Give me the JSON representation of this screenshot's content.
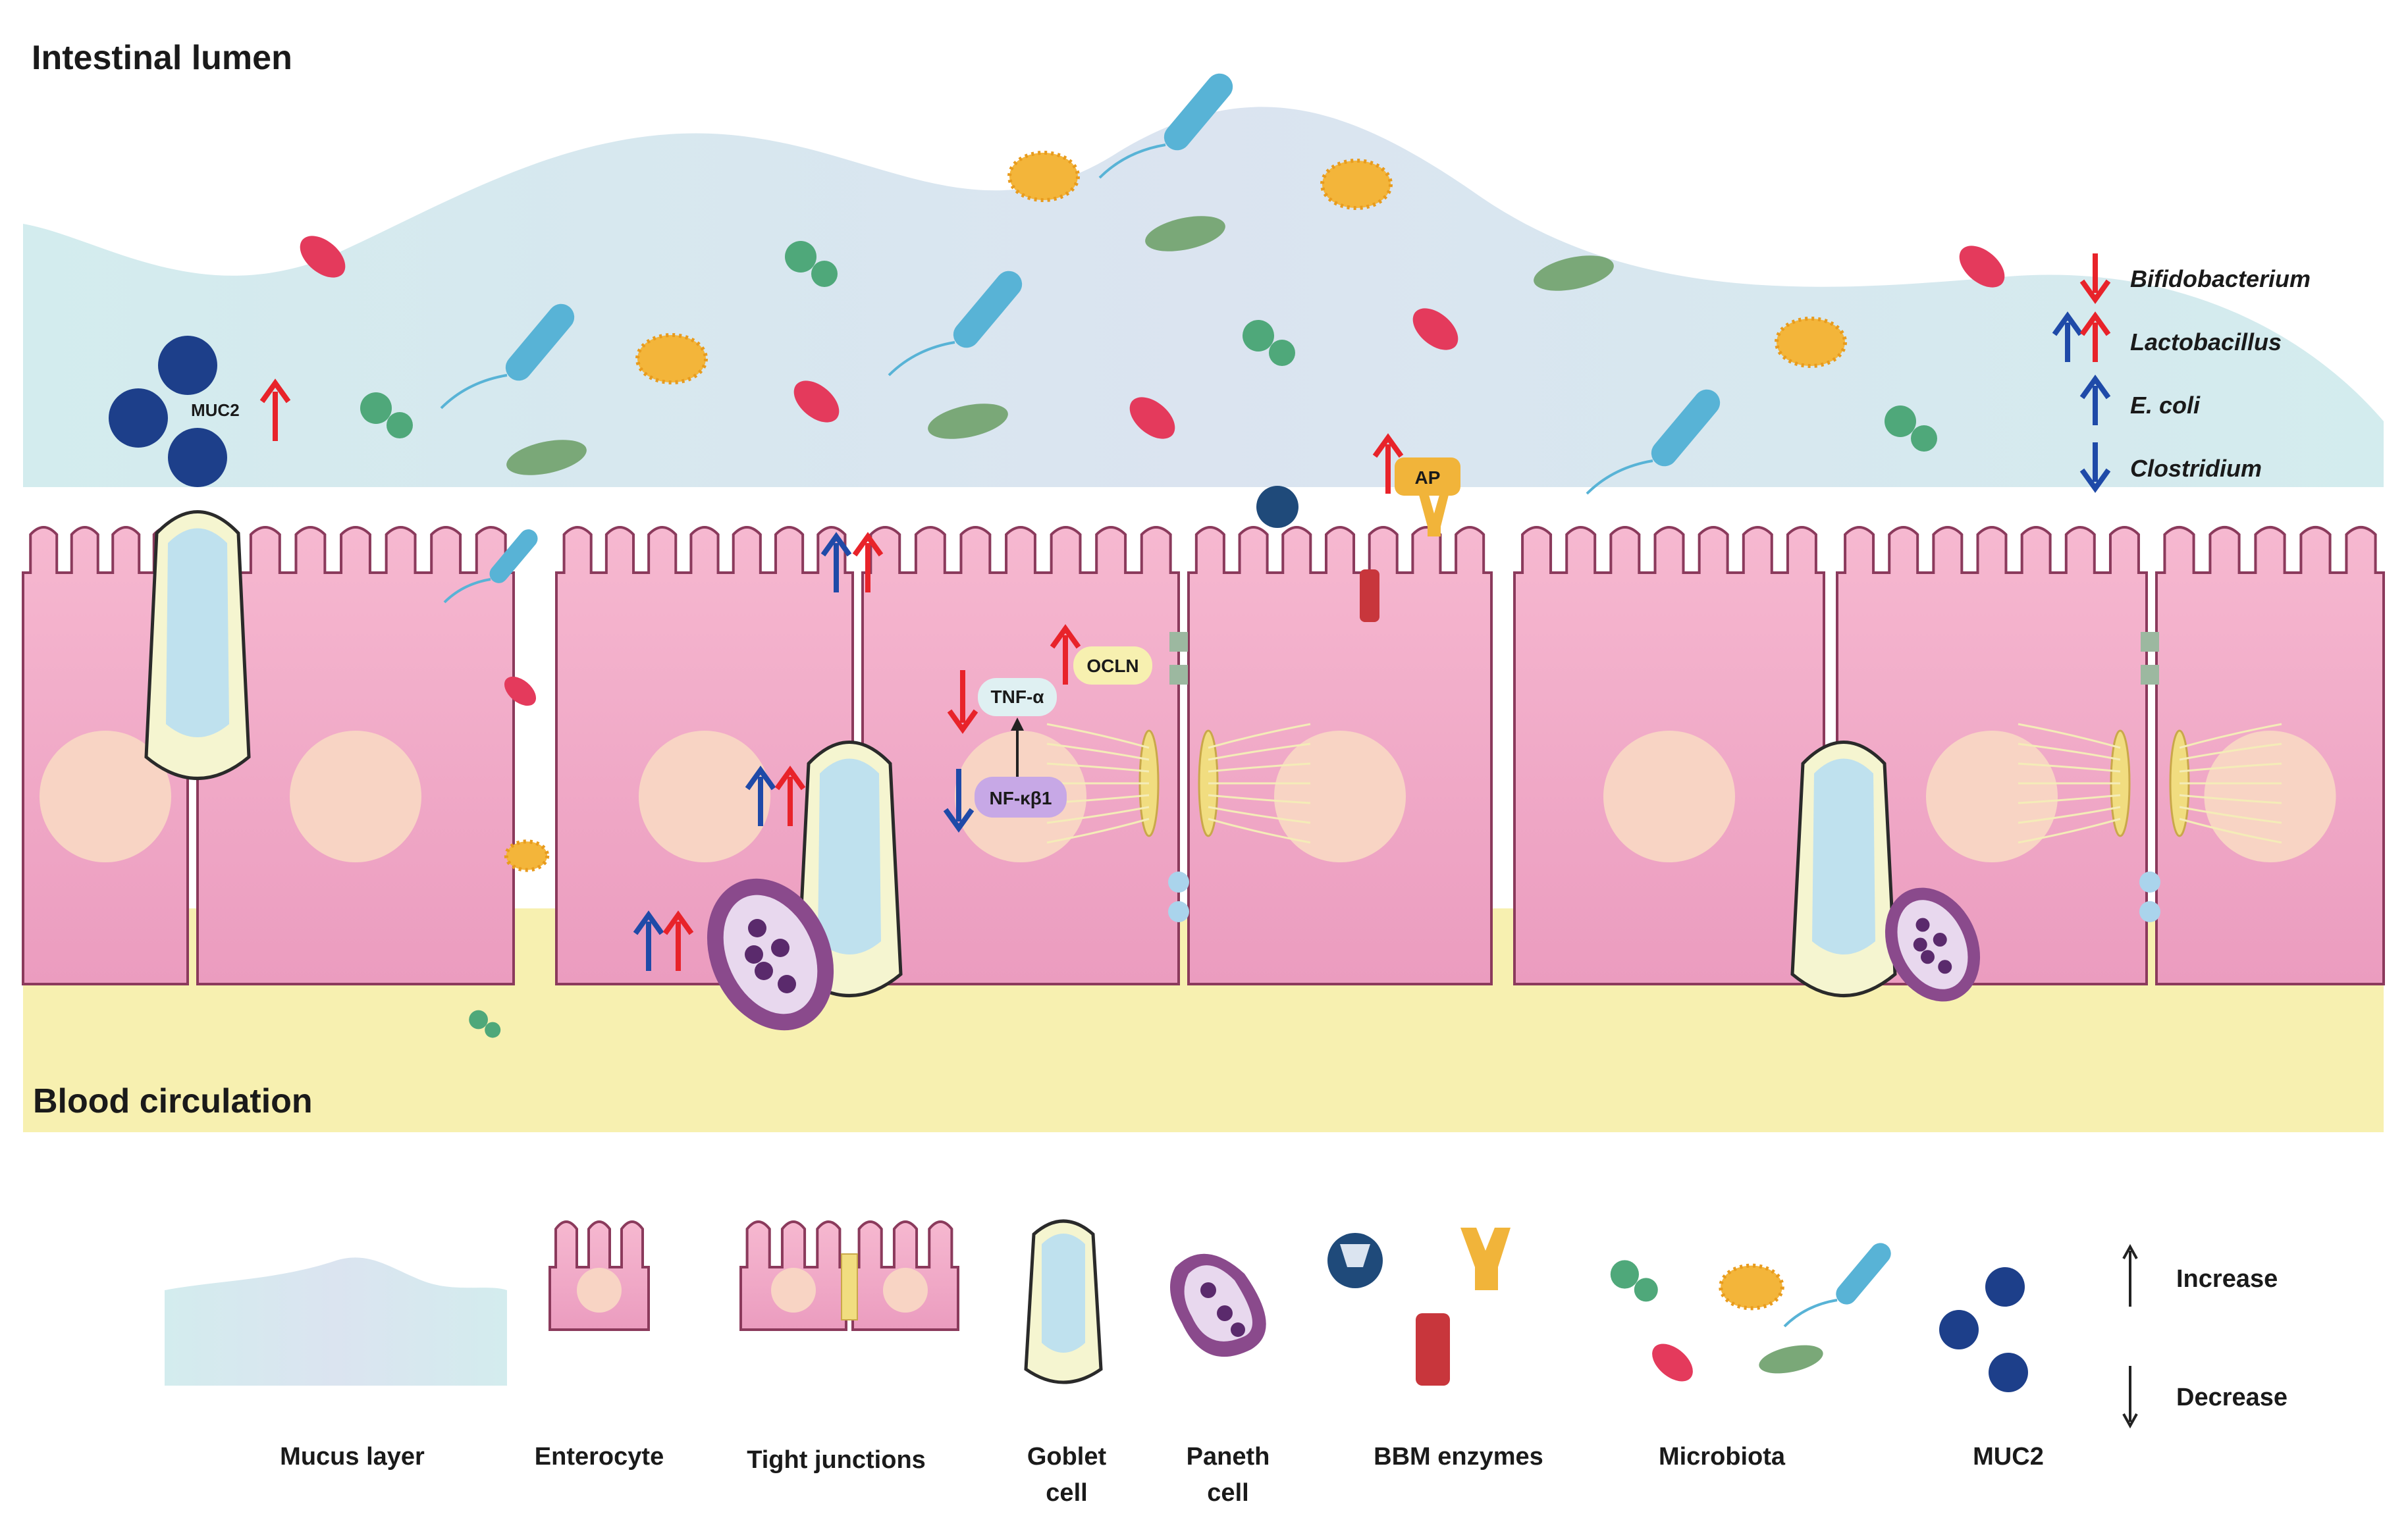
{
  "regions": {
    "lumen": "Intestinal lumen",
    "blood": "Blood circulation"
  },
  "markers": {
    "muc2": "MUC2",
    "ap": "AP",
    "ocln": "OCLN",
    "tnf": "TNF-α",
    "nfkb": "NF-κβ1"
  },
  "bacteria_changes": [
    {
      "name": "Bifidobacterium",
      "arrows": [
        "decrease-red"
      ]
    },
    {
      "name": "Lactobacillus",
      "arrows": [
        "increase-blue",
        "increase-red"
      ]
    },
    {
      "name": "E. coli",
      "arrows": [
        "increase-blue"
      ]
    },
    {
      "name": "Clostridium",
      "arrows": [
        "decrease-blue"
      ]
    }
  ],
  "legend": {
    "mucus": "Mucus layer",
    "enterocyte": "Enterocyte",
    "tight_junctions": "Tight junctions",
    "goblet_1": "Goblet",
    "goblet_2": "cell",
    "paneth_1": "Paneth",
    "paneth_2": "cell",
    "bbm": "BBM enzymes",
    "microbiota": "Microbiota",
    "muc2": "MUC2",
    "increase": "Increase",
    "decrease": "Decrease"
  },
  "colors": {
    "mucus": "#d6ebef",
    "cell": "#f0a8c6",
    "cell_outline": "#8b3a5c",
    "nucleus": "#f8d4c4",
    "blood": "#f7f0b0",
    "goblet": "#f5f5d0",
    "paneth": "#8a4a8c",
    "muc2": "#1d3f8a",
    "red_arrow": "#e8232a",
    "blue_arrow": "#1f4aa8"
  },
  "icons": [
    "microvilli",
    "goblet-cell-icon",
    "paneth-cell-icon",
    "bacteria-icon",
    "arrow-up-icon",
    "arrow-down-icon",
    "bbm-enzyme-icon"
  ]
}
